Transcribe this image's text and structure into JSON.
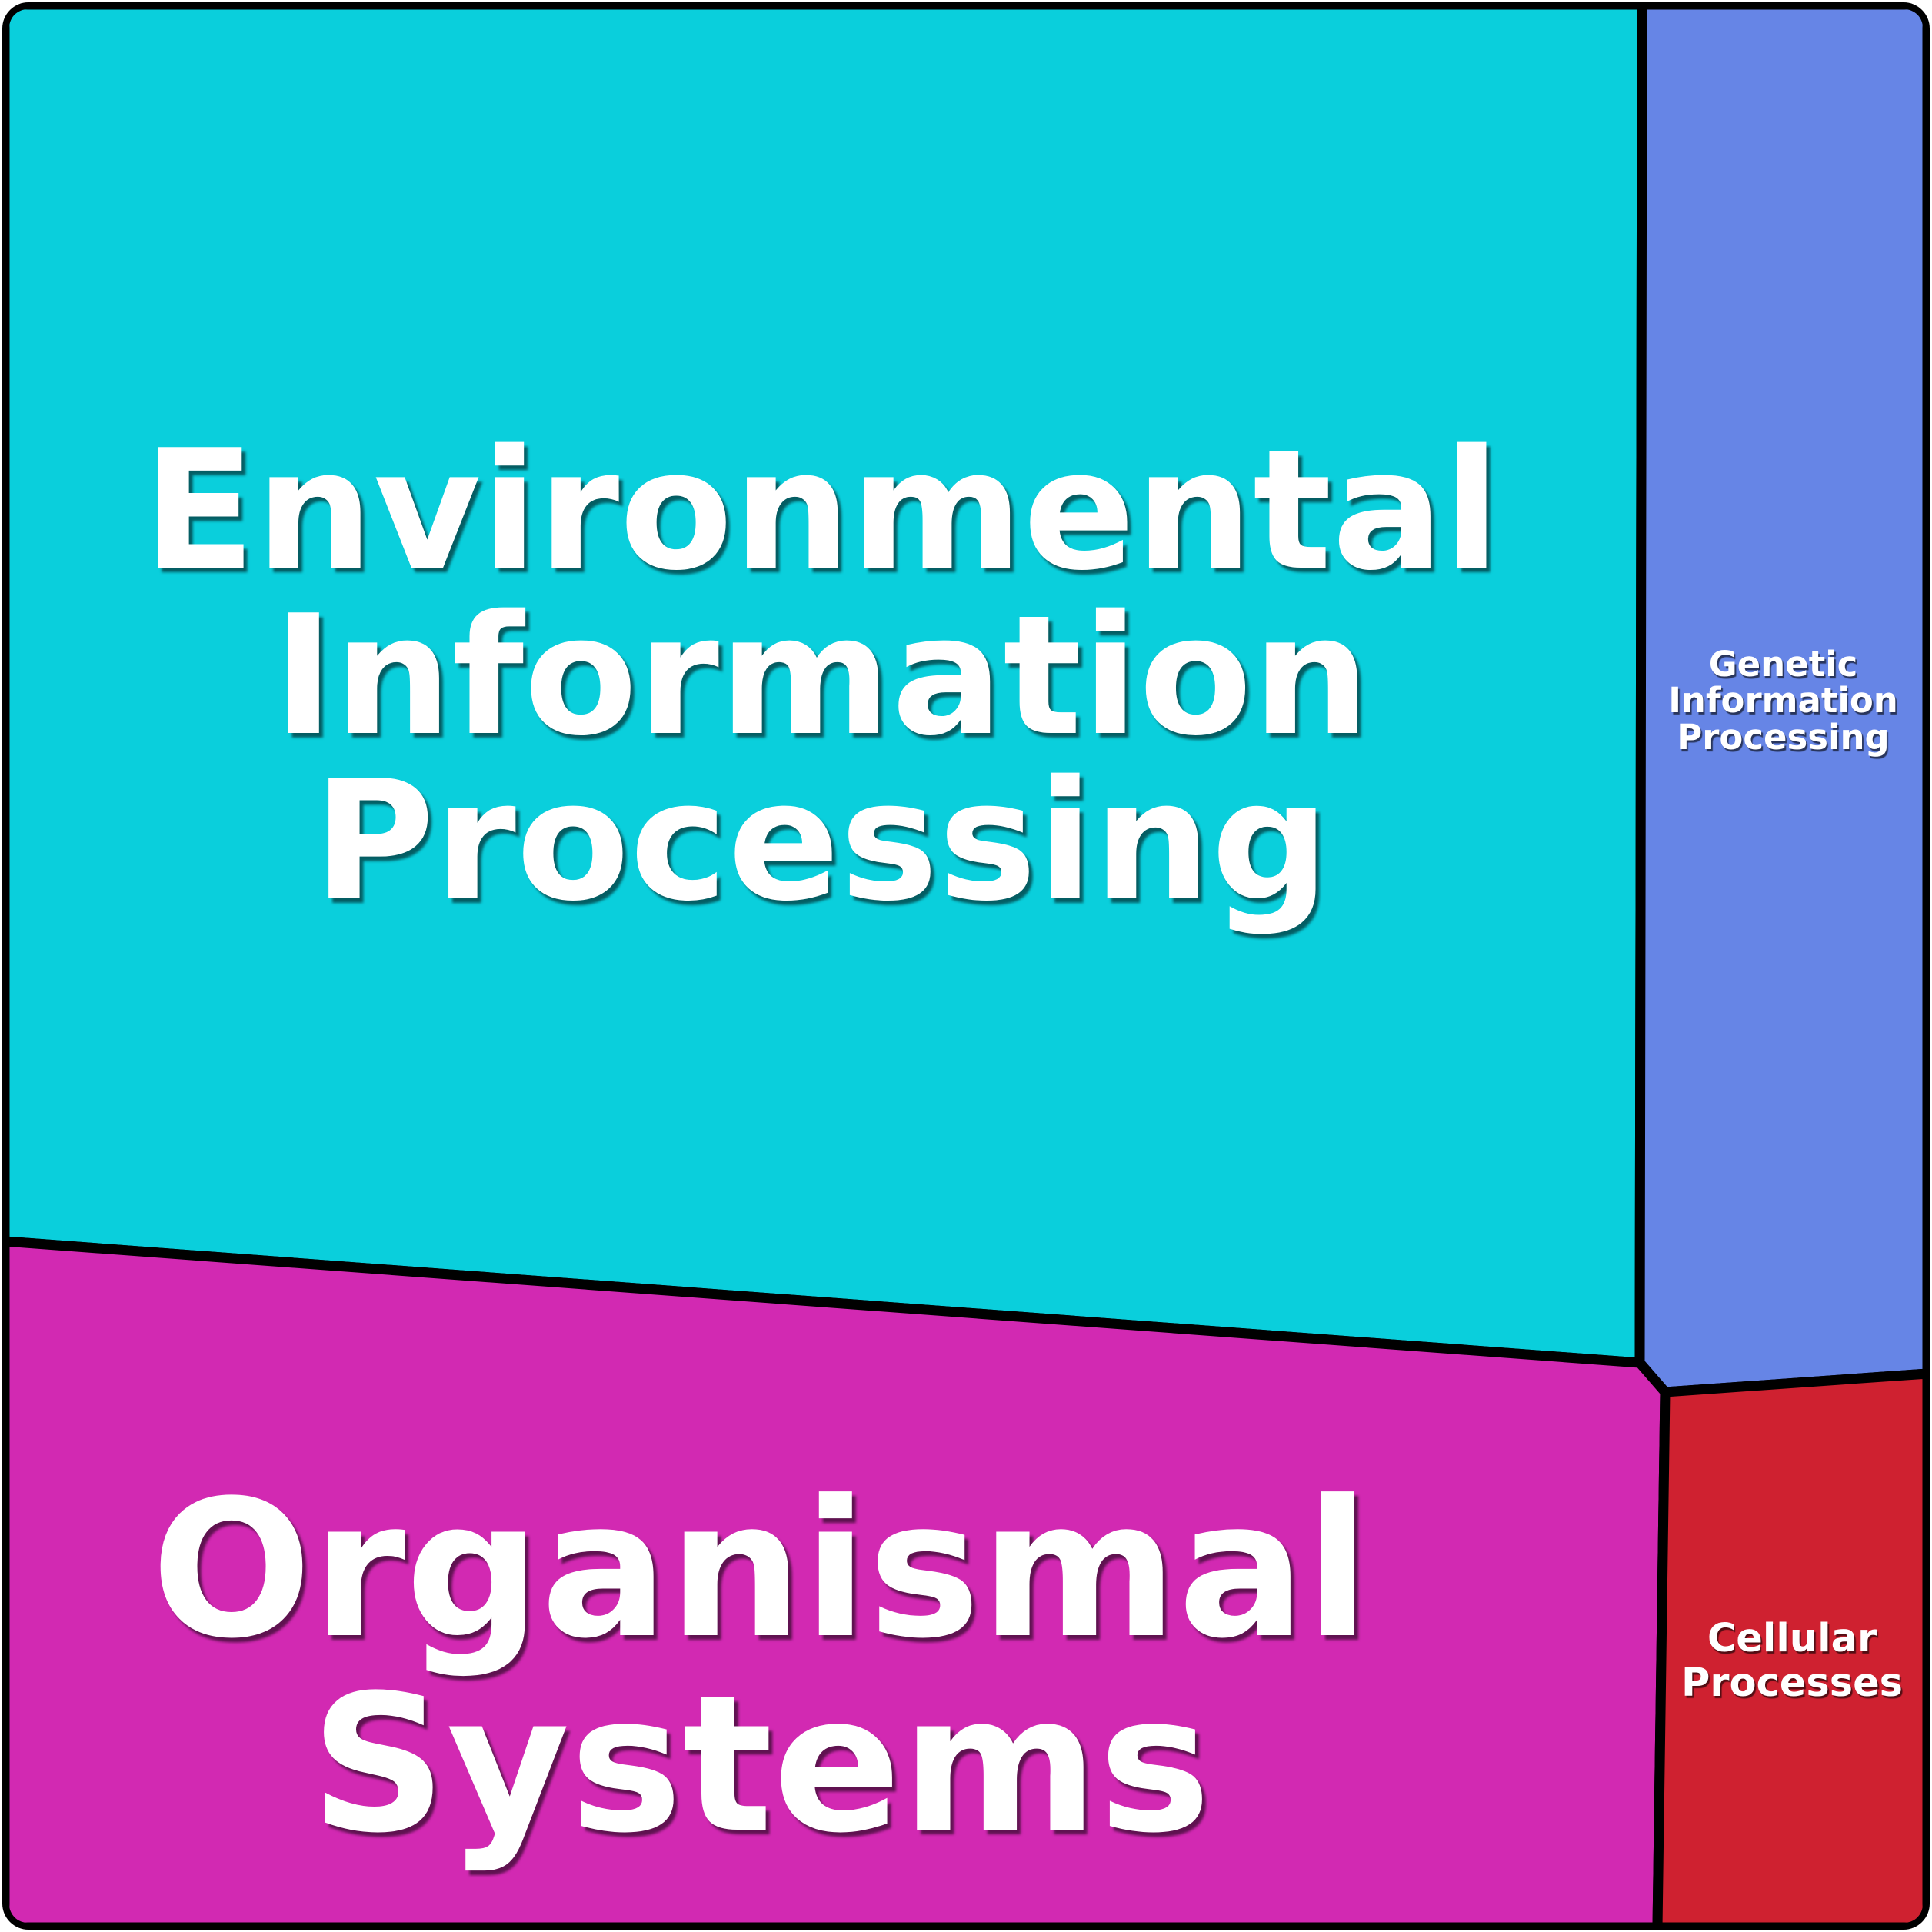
{
  "chart_data": {
    "type": "treemap",
    "title": "",
    "items": [
      {
        "label": "Environmental Information Processing",
        "area_fraction": 0.58,
        "color": "#0ACFDC"
      },
      {
        "label": "Organismal Systems",
        "area_fraction": 0.275,
        "color": "#D229B2"
      },
      {
        "label": "Genetic Information Processing",
        "area_fraction": 0.105,
        "color": "#6685E6"
      },
      {
        "label": "Cellular Processes",
        "area_fraction": 0.04,
        "color": "#CF2130"
      }
    ],
    "border_color": "#000000",
    "label_color": "#ffffff",
    "legend": "none",
    "grid": false
  },
  "cells": {
    "environmental": {
      "label": "Environmental Information Processing",
      "label_lines": "Environmental\nInformation\nProcessing",
      "color": "#0ACFDC"
    },
    "organismal": {
      "label": "Organismal Systems",
      "label_lines": "Organismal\nSystems",
      "color": "#D229B2"
    },
    "genetic": {
      "label": "Genetic Information Processing",
      "label_lines": "Genetic\nInformation\nProcessing",
      "color": "#6685E6"
    },
    "cellular": {
      "label": "Cellular Processes",
      "label_lines": "Cellular\nProcesses",
      "color": "#CF2130"
    }
  }
}
